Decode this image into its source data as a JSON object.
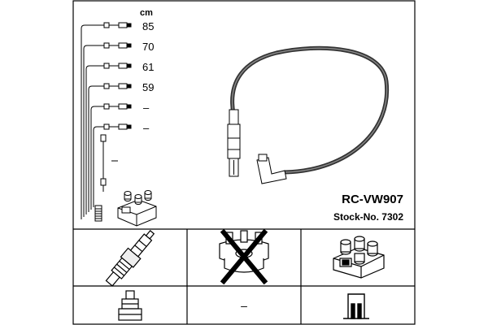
{
  "unit_label": "cm",
  "lead_lengths": [
    "85",
    "70",
    "61",
    "59",
    "–",
    "–"
  ],
  "model": "RC-VW907",
  "stock_number": "Stock-No. 7302",
  "dash_label": "–",
  "colors": {
    "line": "#000000",
    "cable": "#333333",
    "background": "#ffffff"
  },
  "icons": [
    "spark-plug-icon",
    "distributor-cap-icon",
    "ignition-coil-icon",
    "plug-terminal-icon",
    "coil-terminal-icon"
  ]
}
